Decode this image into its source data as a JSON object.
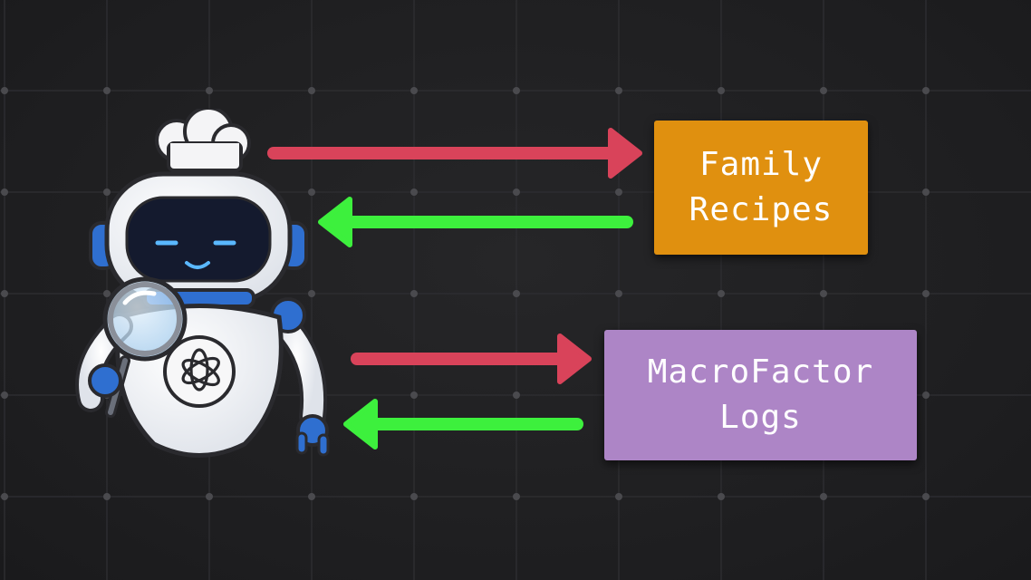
{
  "diagram": {
    "nodes": [
      {
        "id": "family-recipes",
        "label": "Family\nRecipes",
        "color": "#e0900f"
      },
      {
        "id": "macrofactor-logs",
        "label": "MacroFactor\nLogs",
        "color": "#ad85c6"
      }
    ],
    "edges": [
      {
        "from": "robot",
        "to": "family-recipes",
        "color": "#d9435a"
      },
      {
        "from": "family-recipes",
        "to": "robot",
        "color": "#3df03d"
      },
      {
        "from": "robot",
        "to": "macrofactor-logs",
        "color": "#d9435a"
      },
      {
        "from": "macrofactor-logs",
        "to": "robot",
        "color": "#3df03d"
      }
    ],
    "background": "#1f1f21",
    "icons": [
      "chef-robot-icon",
      "magnifying-glass-icon",
      "openai-logo-icon"
    ]
  }
}
